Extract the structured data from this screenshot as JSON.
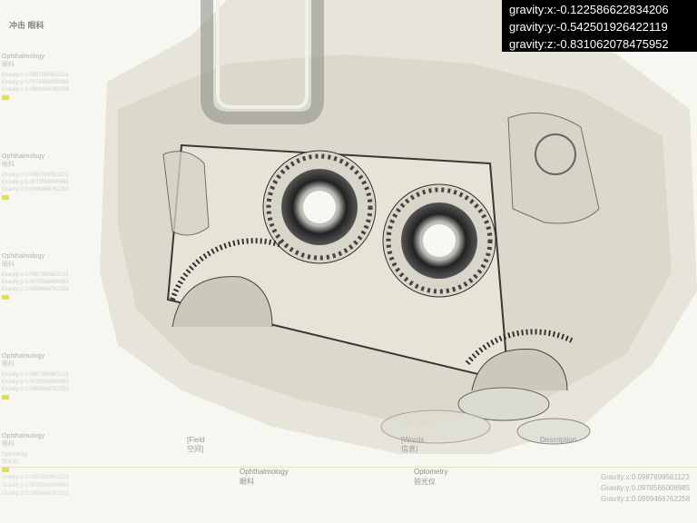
{
  "sidebar": {
    "main_title": "冲击 眼科",
    "blocks": [
      {
        "cat": "Ophthalmology",
        "cat_cn": "眼科",
        "lines": [
          "Gravity:x:0.0987899561123",
          "Gravity:y:0.0978566008985",
          "Gravity:z:0.0999466762258"
        ]
      },
      {
        "cat": "Ophthalmology",
        "cat_cn": "眼科",
        "lines": [
          "Gravity:x:0.0987899561123",
          "Gravity:y:0.0978566008985",
          "Gravity:z:0.0999466762258"
        ]
      },
      {
        "cat": "Ophthalmology",
        "cat_cn": "眼科",
        "lines": [
          "Gravity:x:0.0987899561123",
          "Gravity:y:0.0978566008985",
          "Gravity:z:0.0999466762258"
        ]
      },
      {
        "cat": "Ophthalmology",
        "cat_cn": "眼科",
        "lines": [
          "Gravity:x:0.0987899561123",
          "Gravity:y:0.0978566008985",
          "Gravity:z:0.0999466762258"
        ]
      },
      {
        "cat": "Ophthalmology",
        "cat_cn": "眼科",
        "lines": [
          "Optometry",
          "验光仪"
        ]
      }
    ]
  },
  "gravity_overlay": {
    "x": "gravity:x:-0.122586622834206",
    "y": "gravity:y:-0.542501926422119",
    "z": "gravity:z:-0.831062078475952"
  },
  "columns": {
    "field": {
      "en": "[Field",
      "cn": "空间]"
    },
    "words": {
      "en": "[Words",
      "cn": "信息]"
    },
    "description": {
      "en": "Description"
    }
  },
  "categories": {
    "ophthalmology": {
      "en": "Ophthalmology",
      "cn": "眼科"
    },
    "optometry": {
      "en": "Optometry",
      "cn": "验光仪"
    }
  },
  "gravity_bottom": {
    "x": "Gravity:x:0.0987899561123",
    "y": "Gravity:y:0.0978566008985",
    "z": "Gravity:z:0.0999466762258"
  },
  "colors": {
    "marker": "#e8e04a",
    "overlay_bg": "#000000"
  }
}
